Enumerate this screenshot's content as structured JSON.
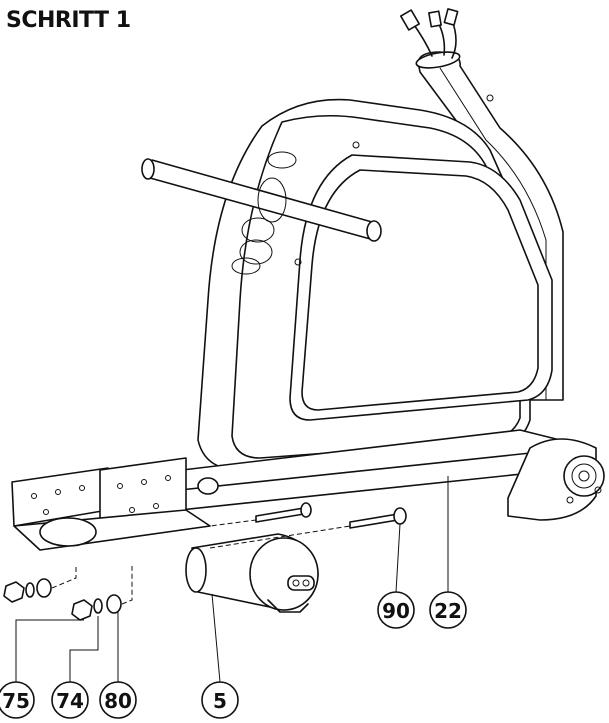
{
  "step": {
    "title": "SCHRITT 1"
  },
  "callouts": [
    {
      "id": "75",
      "label": "75"
    },
    {
      "id": "74",
      "label": "74"
    },
    {
      "id": "80",
      "label": "80"
    },
    {
      "id": "5",
      "label": "5"
    },
    {
      "id": "90",
      "label": "90"
    },
    {
      "id": "22",
      "label": "22"
    }
  ]
}
